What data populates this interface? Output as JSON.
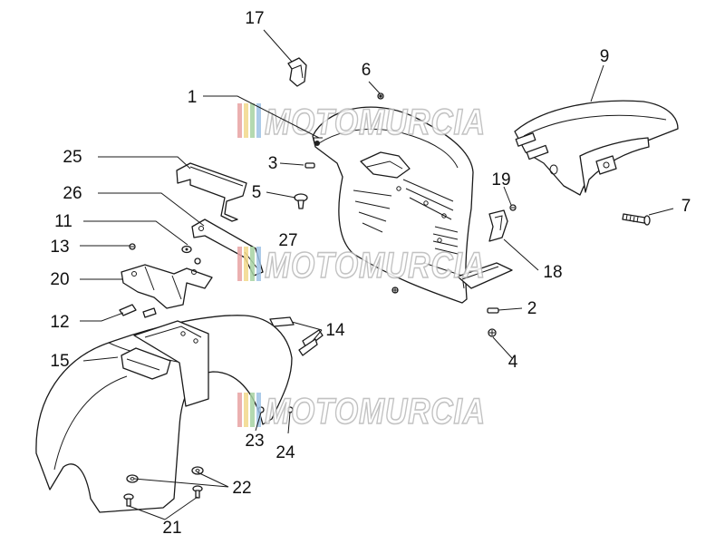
{
  "watermark": {
    "text": "MOTOMURCIA",
    "stripe_colors": [
      "#e8a3a3",
      "#f3d98a",
      "#a7d3a3",
      "#9ec3e6"
    ]
  },
  "callouts": [
    {
      "id": "1",
      "text": "1"
    },
    {
      "id": "2",
      "text": "2"
    },
    {
      "id": "3",
      "text": "3"
    },
    {
      "id": "4",
      "text": "4"
    },
    {
      "id": "5",
      "text": "5"
    },
    {
      "id": "6",
      "text": "6"
    },
    {
      "id": "7",
      "text": "7"
    },
    {
      "id": "9",
      "text": "9"
    },
    {
      "id": "11",
      "text": "11"
    },
    {
      "id": "12",
      "text": "12"
    },
    {
      "id": "13",
      "text": "13"
    },
    {
      "id": "14",
      "text": "14"
    },
    {
      "id": "15",
      "text": "15"
    },
    {
      "id": "17",
      "text": "17"
    },
    {
      "id": "18",
      "text": "18"
    },
    {
      "id": "19",
      "text": "19"
    },
    {
      "id": "20",
      "text": "20"
    },
    {
      "id": "21",
      "text": "21"
    },
    {
      "id": "22",
      "text": "22"
    },
    {
      "id": "23",
      "text": "23"
    },
    {
      "id": "24",
      "text": "24"
    },
    {
      "id": "25",
      "text": "25"
    },
    {
      "id": "26",
      "text": "26"
    },
    {
      "id": "27",
      "text": "27"
    }
  ]
}
